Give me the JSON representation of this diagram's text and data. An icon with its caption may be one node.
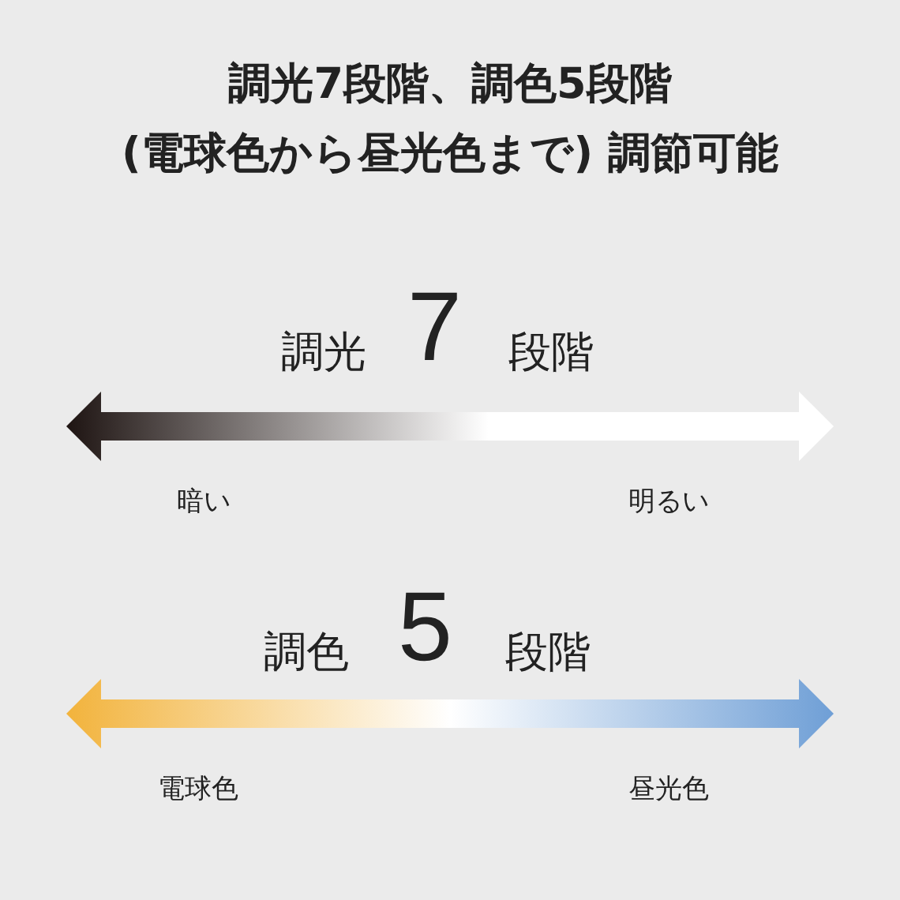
{
  "diagram": {
    "title": "調光7段階、調色5段階 (電球色から昼光色まで) 調節可能",
    "labels": [
      "調光",
      "7",
      "段階",
      "暗い",
      "明るい",
      "調色",
      "5",
      "段階",
      "電球色",
      "昼光色"
    ]
  }
}
